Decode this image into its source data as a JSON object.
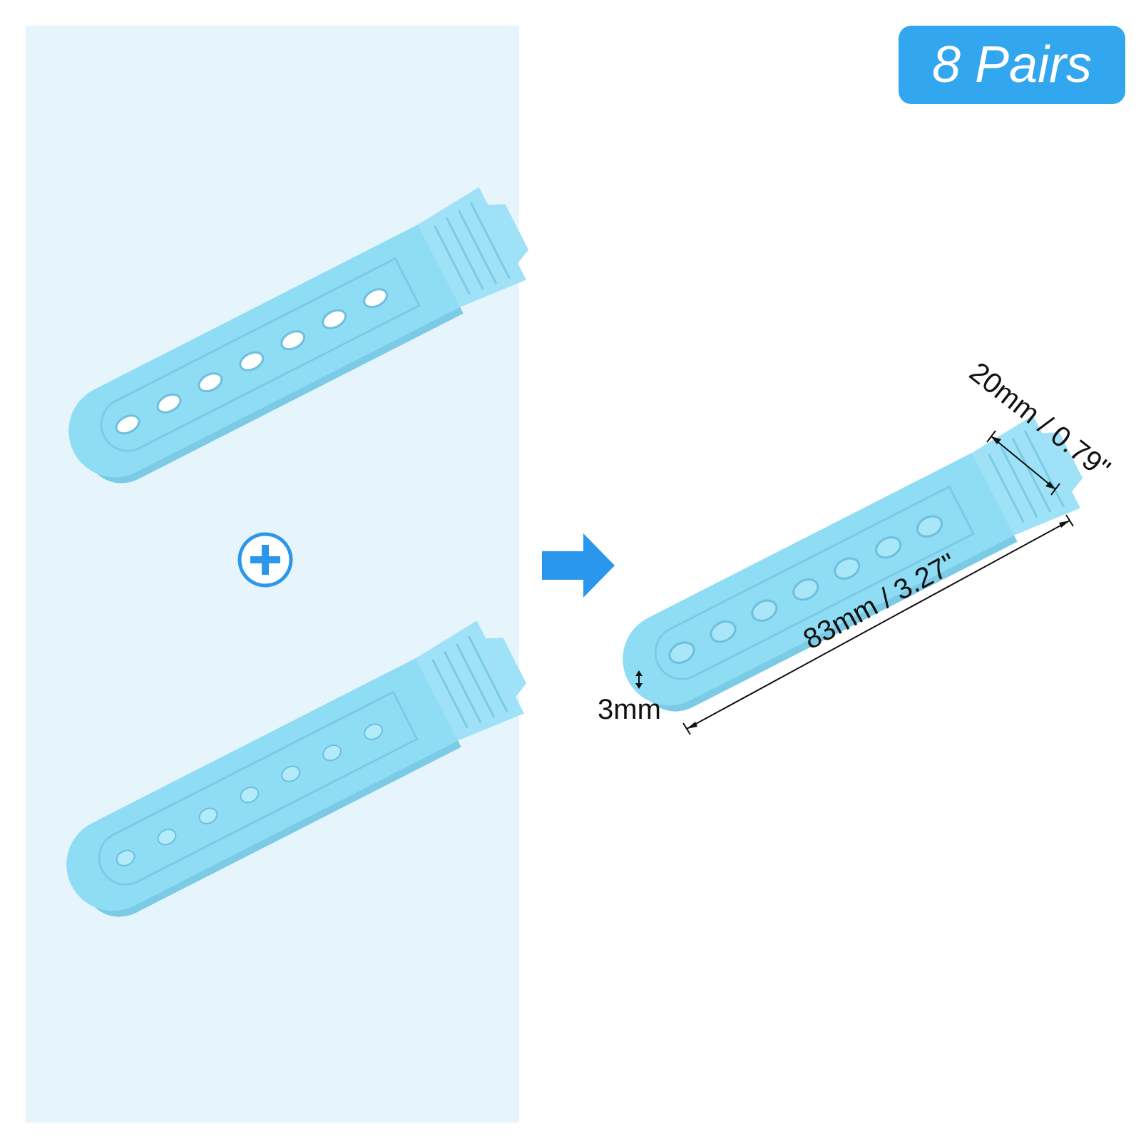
{
  "badge": {
    "text": "8 Pairs"
  },
  "dimensions": {
    "width": "20mm / 0.79\"",
    "length": "83mm / 3.27\"",
    "thickness": "3mm"
  },
  "colors": {
    "panel": "#e6f4fc",
    "strap": "#8fdcf5",
    "badge": "#33a6f0",
    "accent": "#2b97ec"
  },
  "icons": {
    "join": "plus-circle-icon",
    "result": "arrow-right-icon"
  }
}
